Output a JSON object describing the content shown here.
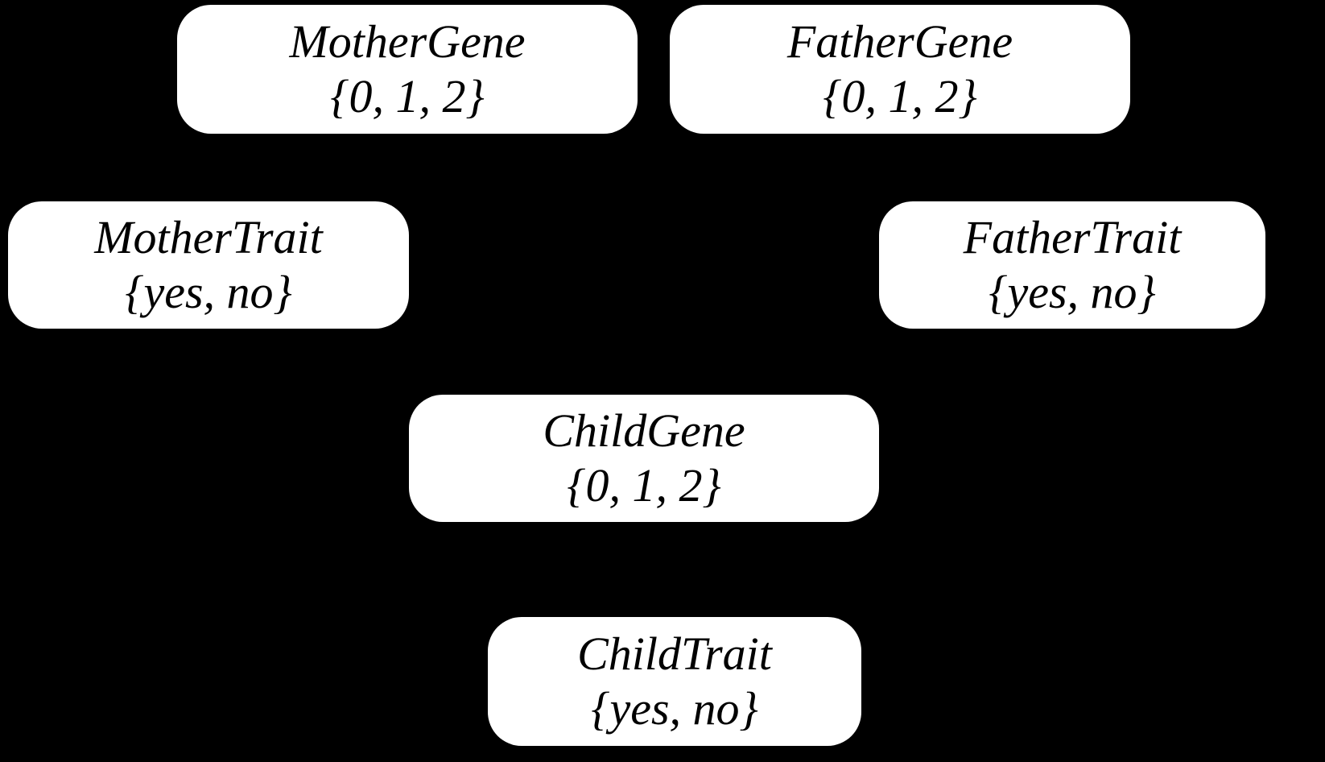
{
  "diagram": {
    "type": "bayesian-network",
    "background_color": "#000000",
    "node_fill_color": "#ffffff",
    "node_text_color": "#000000",
    "nodes": {
      "mother_gene": {
        "name": "MotherGene",
        "domain": "{0, 1, 2}"
      },
      "father_gene": {
        "name": "FatherGene",
        "domain": "{0, 1, 2}"
      },
      "mother_trait": {
        "name": "MotherTrait",
        "domain": "{yes, no}"
      },
      "father_trait": {
        "name": "FatherTrait",
        "domain": "{yes, no}"
      },
      "child_gene": {
        "name": "ChildGene",
        "domain": "{0, 1, 2}"
      },
      "child_trait": {
        "name": "ChildTrait",
        "domain": "{yes, no}"
      }
    }
  }
}
